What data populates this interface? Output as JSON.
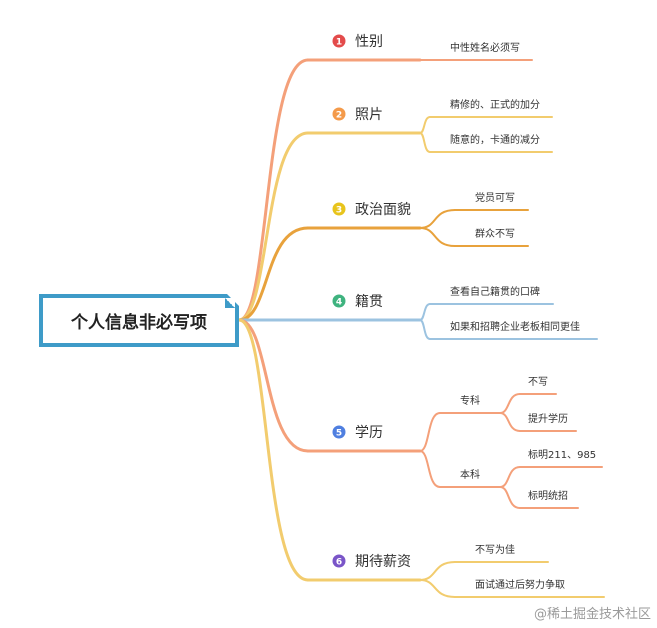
{
  "root": {
    "title": "个人信息非必写项",
    "color": "#3e9bc8"
  },
  "branches": [
    {
      "num": "1",
      "label": "性别",
      "badge_color": "#e34b4b",
      "line_color": "#f4a07a",
      "children": [
        {
          "label": "中性姓名必须写"
        }
      ]
    },
    {
      "num": "2",
      "label": "照片",
      "badge_color": "#f49a4a",
      "line_color": "#f2cc6e",
      "children": [
        {
          "label": "精修的、正式的加分"
        },
        {
          "label": "随意的，卡通的减分"
        }
      ]
    },
    {
      "num": "3",
      "label": "政治面貌",
      "badge_color": "#e8c41c",
      "line_color": "#e8a23c",
      "children": [
        {
          "label": "党员可写"
        },
        {
          "label": "群众不写"
        }
      ]
    },
    {
      "num": "4",
      "label": "籍贯",
      "badge_color": "#3fb37f",
      "line_color": "#9cc3e0",
      "children": [
        {
          "label": "查看自己籍贯的口碑"
        },
        {
          "label": "如果和招聘企业老板相同更佳"
        }
      ]
    },
    {
      "num": "5",
      "label": "学历",
      "badge_color": "#4f7fe0",
      "line_color": "#f4a07a",
      "children": [
        {
          "label": "专科",
          "children": [
            {
              "label": "不写"
            },
            {
              "label": "提升学历"
            }
          ]
        },
        {
          "label": "本科",
          "children": [
            {
              "label": "标明211、985"
            },
            {
              "label": "标明统招"
            }
          ]
        }
      ]
    },
    {
      "num": "6",
      "label": "期待薪资",
      "badge_color": "#7a55c8",
      "line_color": "#f2cc6e",
      "children": [
        {
          "label": "不写为佳"
        },
        {
          "label": "面试通过后努力争取"
        }
      ]
    }
  ],
  "watermark": "@稀土掘金技术社区"
}
